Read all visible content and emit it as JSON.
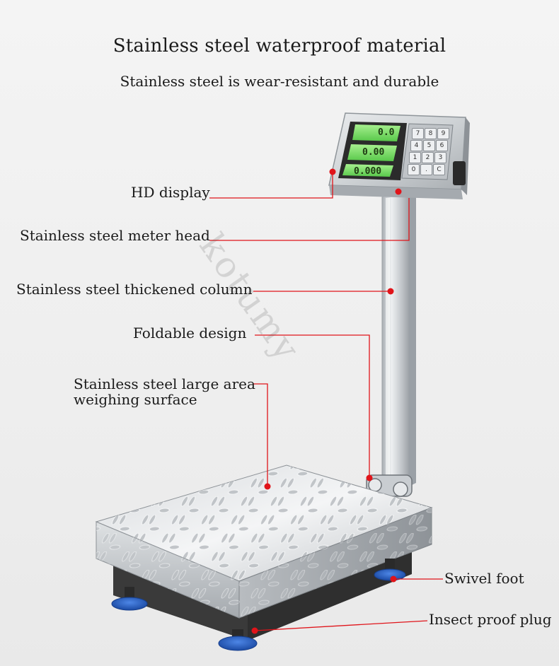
{
  "header": {
    "title": "Stainless steel waterproof material",
    "subtitle": "Stainless steel is wear-resistant and durable"
  },
  "labels": {
    "hd_display": "HD display",
    "meter_head": "Stainless steel meter head",
    "column": "Stainless steel thickened column",
    "foldable": "Foldable design",
    "weighing_surface": "Stainless steel large area weighing surface",
    "swivel_foot": "Swivel foot",
    "insect_plug": "Insect proof plug"
  },
  "watermark": "kotumy",
  "display": {
    "readout_1": "0.0",
    "readout_2": "0.00",
    "readout_3": "0.000"
  },
  "keypad": {
    "keys": [
      "7",
      "8",
      "9",
      "4",
      "5",
      "6",
      "1",
      "2",
      "3",
      "0",
      ".",
      "C"
    ]
  },
  "colors": {
    "accent_dot": "#e0141a",
    "leader_line": "#e0141a",
    "lcd_green": "#7be06a",
    "steel": "#c8ccd0",
    "foot_blue": "#2a63c9"
  }
}
